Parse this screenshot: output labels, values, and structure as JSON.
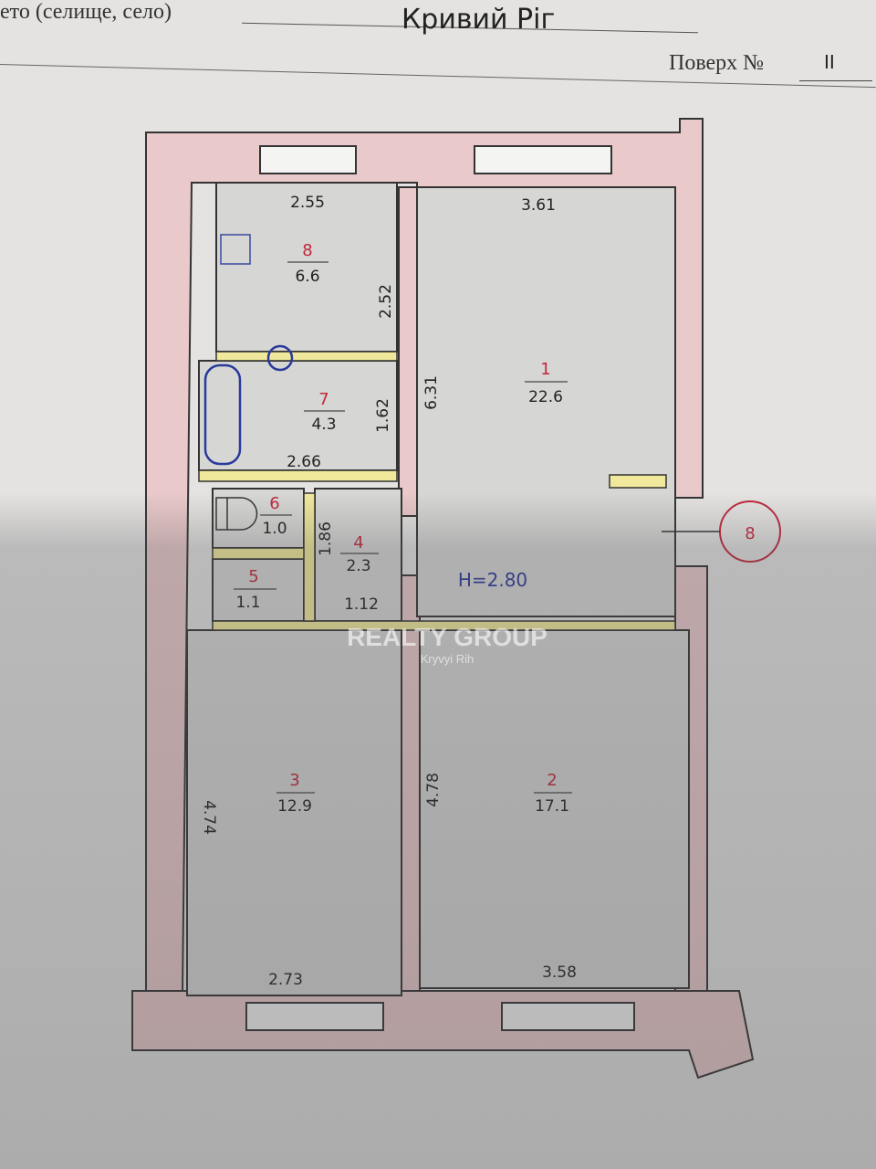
{
  "header": {
    "locality_label": "ето (селище, село)",
    "locality_value": "Кривий Ріг",
    "floor_label": "Поверх №",
    "floor_value": "ІІ"
  },
  "plan": {
    "ceiling_height": "H=2.80",
    "entrance_marker": "8",
    "rooms": [
      {
        "number": "1",
        "area": "22.6"
      },
      {
        "number": "2",
        "area": "17.1"
      },
      {
        "number": "3",
        "area": "12.9"
      },
      {
        "number": "4",
        "area": "2.3"
      },
      {
        "number": "5",
        "area": "1.1"
      },
      {
        "number": "6",
        "area": "1.0"
      },
      {
        "number": "7",
        "area": "4.3"
      },
      {
        "number": "8",
        "area": "6.6"
      }
    ],
    "dimensions": {
      "room8_width": "2.55",
      "room8_depth": "2.52",
      "room1_width": "3.61",
      "room1_depth": "6.31",
      "room7_depth": "1.62",
      "room7_width": "2.66",
      "corridor_depth": "1.86",
      "corridor_width": "1.12",
      "room3_depth": "4.74",
      "room3_width": "2.73",
      "room2_depth": "4.78",
      "room2_width": "3.58"
    }
  },
  "watermark": {
    "brand": "REALTY GROUP",
    "city": "Kryvyi Rih"
  },
  "colors": {
    "wall": "#e9c9c9",
    "door": "#f0e89a",
    "label_red": "#c0283a",
    "ink_blue": "#2a3a9a"
  }
}
